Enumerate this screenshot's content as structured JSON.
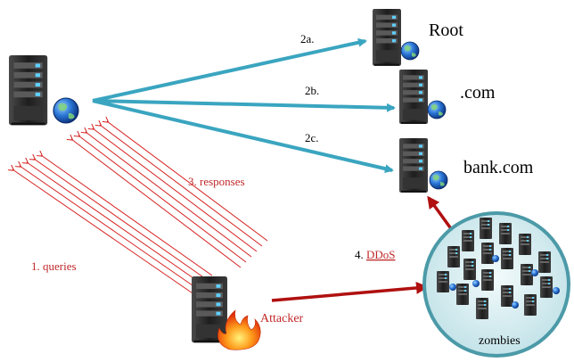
{
  "colors": {
    "teal_arrow": "#3aa5c0",
    "query_lines": "#d62020",
    "attack_arrow": "#b01010",
    "label_red": "#c0282a",
    "label_black": "#000000",
    "zombie_circle_fill": "#d8eef1",
    "zombie_circle_stroke": "#4c9aa8",
    "server_body": "#2b2b2b",
    "globe_blue": "#1d5fc4"
  },
  "nodes": {
    "resolver": {
      "icon": "server-globe-icon"
    },
    "root": {
      "label": "Root",
      "icon": "server-globe-icon"
    },
    "com": {
      "label": ".com",
      "icon": "server-globe-icon"
    },
    "bank": {
      "label": "bank.com",
      "icon": "server-globe-icon"
    },
    "attacker": {
      "label": "Attacker",
      "icon": "server-fire-icon"
    },
    "zombies": {
      "label": "zombies",
      "icon": "server-cluster-icon"
    }
  },
  "edges": {
    "step_2a": "2a.",
    "step_2b": "2b.",
    "step_2c": "2c.",
    "step_1": "1. queries",
    "step_3": "3. responses",
    "step_4_num": "4. ",
    "step_4_word": "DDoS"
  }
}
